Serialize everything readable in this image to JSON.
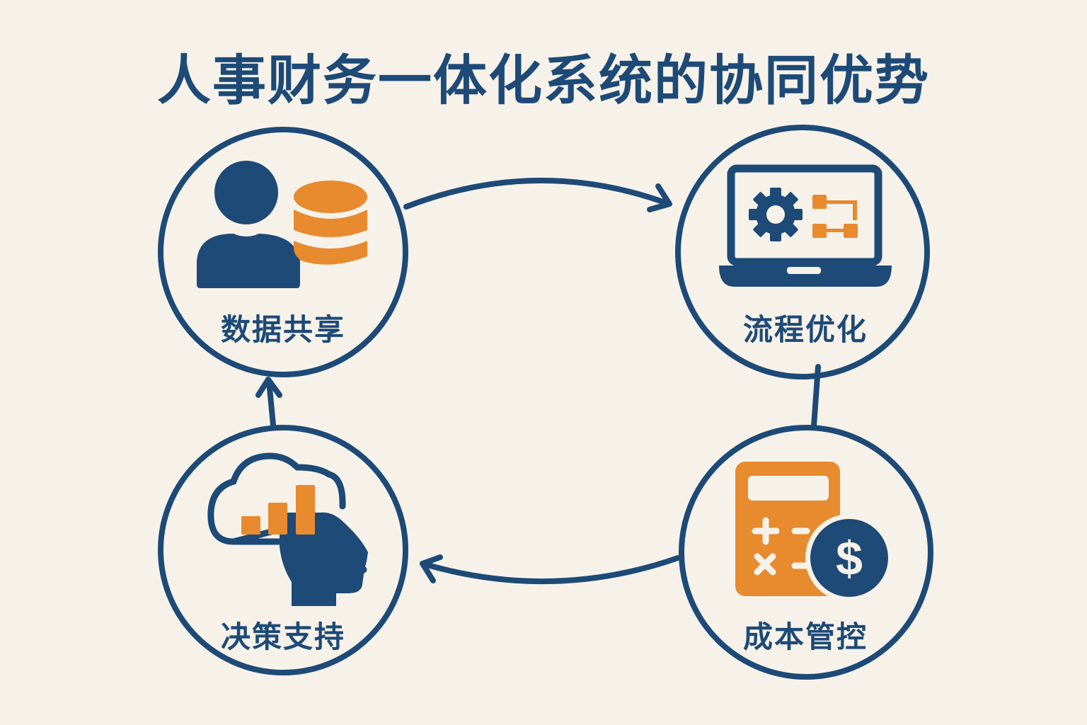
{
  "title": "人事财务一体化系统的协同优势",
  "colors": {
    "primary": "#1d4a77",
    "accent": "#e88a2e",
    "background": "#f7f2e9"
  },
  "nodes": [
    {
      "id": "data-sharing",
      "label": "数据共享",
      "icon": "person-database-icon"
    },
    {
      "id": "process-optimization",
      "label": "流程优化",
      "icon": "laptop-gear-flow-icon"
    },
    {
      "id": "cost-control",
      "label": "成本管控",
      "icon": "calculator-dollar-icon"
    },
    {
      "id": "decision-support",
      "label": "决策支持",
      "icon": "cloud-chart-head-icon"
    }
  ],
  "connections": [
    {
      "from": "数据共享",
      "to": "流程优化",
      "type": "arrow"
    },
    {
      "from": "流程优化",
      "to": "成本管控",
      "type": "line"
    },
    {
      "from": "成本管控",
      "to": "决策支持",
      "type": "arrow"
    },
    {
      "from": "决策支持",
      "to": "数据共享",
      "type": "arrow"
    }
  ]
}
